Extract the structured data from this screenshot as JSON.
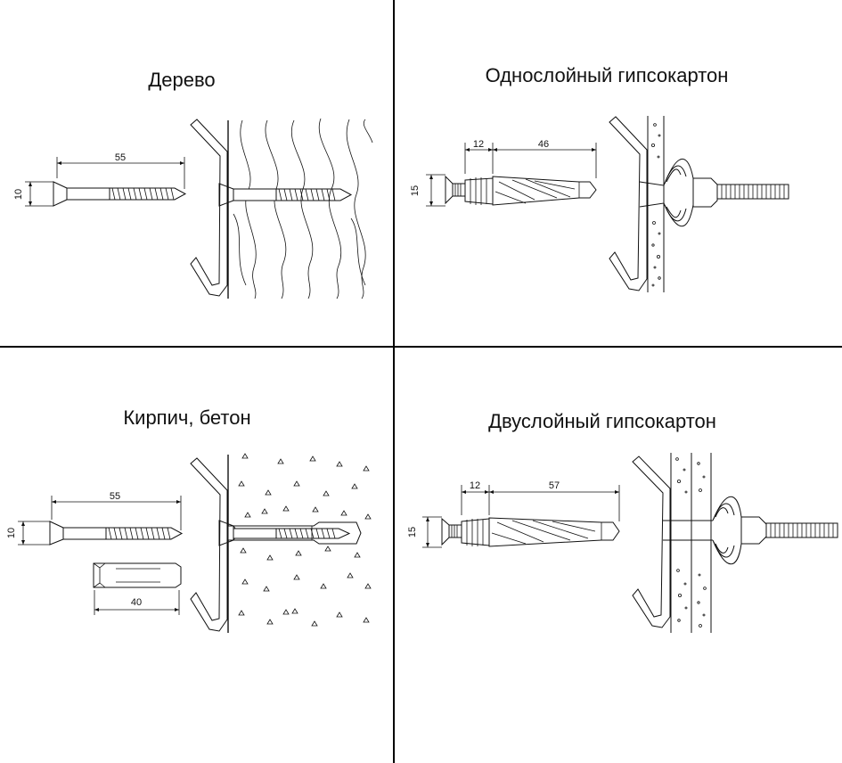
{
  "panels": {
    "wood": {
      "title": "Дерево",
      "dims": {
        "length": "55",
        "head": "10"
      }
    },
    "single_drywall": {
      "title": "Однослойный гипсокартон",
      "dims": {
        "collar": "12",
        "length": "46",
        "head": "15"
      }
    },
    "brick_concrete": {
      "title": "Кирпич, бетон",
      "dims": {
        "screw_length": "55",
        "head": "10",
        "dowel_length": "40"
      }
    },
    "double_drywall": {
      "title": "Двуслойный гипсокартон",
      "dims": {
        "collar": "12",
        "length": "57",
        "head": "15"
      }
    }
  }
}
